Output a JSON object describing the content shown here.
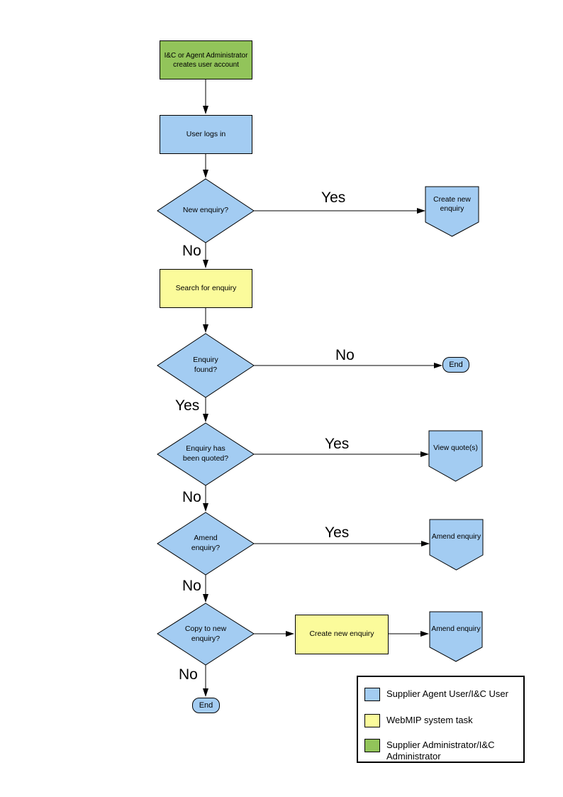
{
  "colors": {
    "user_blue": "#A3CCF2",
    "system_yellow": "#FBFB9B",
    "admin_green": "#92C45A",
    "line_black": "#000000"
  },
  "nodes": {
    "create_account": "I&C or Agent Administrator\ncreates user account",
    "user_logs_in": "User logs in",
    "new_enquiry_q": "New enquiry?",
    "create_new_enquiry_conn": "Create new\nenquiry",
    "search_for_enquiry": "Search for enquiry",
    "enquiry_found_q": "Enquiry\nfound?",
    "end_1": "End",
    "enquiry_quoted_q": "Enquiry has\nbeen quoted?",
    "view_quotes_conn": "View quote(s)",
    "amend_enquiry_q": "Amend\nenquiry?",
    "amend_enquiry_conn1": "Amend enquiry",
    "copy_to_new_q": "Copy to new\nenquiry?",
    "create_new_enquiry_task": "Create new enquiry",
    "amend_enquiry_conn2": "Amend enquiry",
    "end_2": "End"
  },
  "edge_labels": {
    "new_enquiry_yes": "Yes",
    "new_enquiry_no": "No",
    "enquiry_found_no": "No",
    "enquiry_found_yes": "Yes",
    "quoted_yes": "Yes",
    "quoted_no": "No",
    "amend_yes": "Yes",
    "amend_no": "No",
    "copy_no": "No"
  },
  "legend": {
    "items": [
      {
        "swatch_color": "#A3CCF2",
        "label": "Supplier Agent User/I&C User"
      },
      {
        "swatch_color": "#FBFB9B",
        "label": "WebMIP system task"
      },
      {
        "swatch_color": "#92C45A",
        "label": "Supplier Administrator/I&C\nAdministrator"
      }
    ]
  }
}
